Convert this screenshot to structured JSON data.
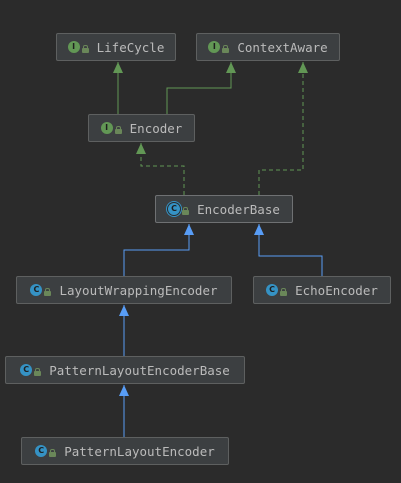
{
  "diagram": {
    "nodes": [
      {
        "id": "lifecycle",
        "label": "LifeCycle",
        "kind": "interface",
        "kind_letter": "I"
      },
      {
        "id": "contextaware",
        "label": "ContextAware",
        "kind": "interface",
        "kind_letter": "I"
      },
      {
        "id": "encoder",
        "label": "Encoder",
        "kind": "interface",
        "kind_letter": "I"
      },
      {
        "id": "encoderbase",
        "label": "EncoderBase",
        "kind": "abstract-class",
        "kind_letter": "C"
      },
      {
        "id": "layoutwrappingencoder",
        "label": "LayoutWrappingEncoder",
        "kind": "class",
        "kind_letter": "C"
      },
      {
        "id": "echoencoder",
        "label": "EchoEncoder",
        "kind": "class",
        "kind_letter": "C"
      },
      {
        "id": "patternlayoutencoderbase",
        "label": "PatternLayoutEncoderBase",
        "kind": "class",
        "kind_letter": "C"
      },
      {
        "id": "patternlayoutencoder",
        "label": "PatternLayoutEncoder",
        "kind": "class",
        "kind_letter": "C"
      }
    ],
    "edges": [
      {
        "from": "encoder",
        "to": "lifecycle",
        "relation": "extends-interface"
      },
      {
        "from": "encoder",
        "to": "contextaware",
        "relation": "extends-interface"
      },
      {
        "from": "encoderbase",
        "to": "encoder",
        "relation": "implements"
      },
      {
        "from": "encoderbase",
        "to": "contextaware",
        "relation": "implements"
      },
      {
        "from": "layoutwrappingencoder",
        "to": "encoderbase",
        "relation": "extends"
      },
      {
        "from": "echoencoder",
        "to": "encoderbase",
        "relation": "extends"
      },
      {
        "from": "patternlayoutencoderbase",
        "to": "layoutwrappingencoder",
        "relation": "extends"
      },
      {
        "from": "patternlayoutencoder",
        "to": "patternlayoutencoderbase",
        "relation": "extends"
      }
    ],
    "colors": {
      "background": "#2b2b2b",
      "node_fill": "#3c3f41",
      "node_border": "#5e6060",
      "text": "#bbbbbb",
      "interface_edge": "#629755",
      "implements_edge": "#629755",
      "extends_edge": "#589df6",
      "interface_icon": "#629755",
      "class_icon": "#3592c4",
      "lock_icon": "#6a8759"
    },
    "icons": {
      "interface": "interface-icon",
      "class": "class-icon",
      "abstract-class": "abstract-class-icon",
      "visibility": "lock-icon"
    }
  }
}
